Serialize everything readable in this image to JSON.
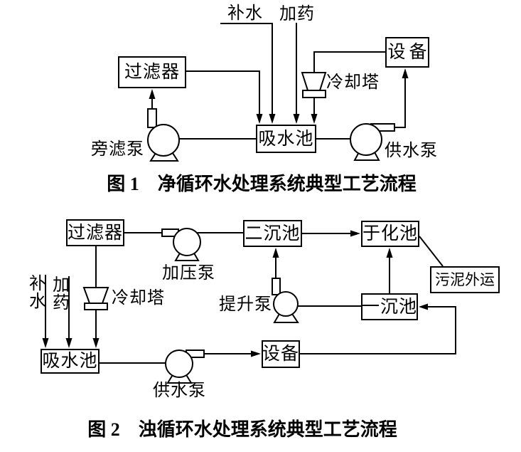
{
  "figure1": {
    "boxes": {
      "filter": "过滤器",
      "equipment": "设备",
      "suction_pool": "吸水池"
    },
    "labels": {
      "makeup_water": "补水",
      "dosing": "加药",
      "cooling_tower": "冷却塔",
      "side_filter_pump": "旁滤泵",
      "supply_pump": "供水泵"
    },
    "caption": {
      "fig_label": "图 1",
      "title": "净循环水处理系统典型工艺流程"
    }
  },
  "figure2": {
    "boxes": {
      "filter": "过滤器",
      "secondary_sedimentation_pool": "二沉池",
      "drying_pool": "于化池",
      "sludge_outbound": "污泥外运",
      "primary_sedimentation_pool": "一沉池",
      "equipment": "设备",
      "suction_pool": "吸水池"
    },
    "labels": {
      "pressure_pump": "加压泵",
      "cooling_tower": "冷却塔",
      "lift_pump": "提升泵",
      "makeup_water": "补水",
      "dosing": "加药",
      "supply_pump": "供水泵"
    },
    "caption": {
      "fig_label": "图 2",
      "title": "浊循环水处理系统典型工艺流程"
    }
  },
  "colors": {
    "ink": "#000000",
    "background": "#ffffff"
  }
}
